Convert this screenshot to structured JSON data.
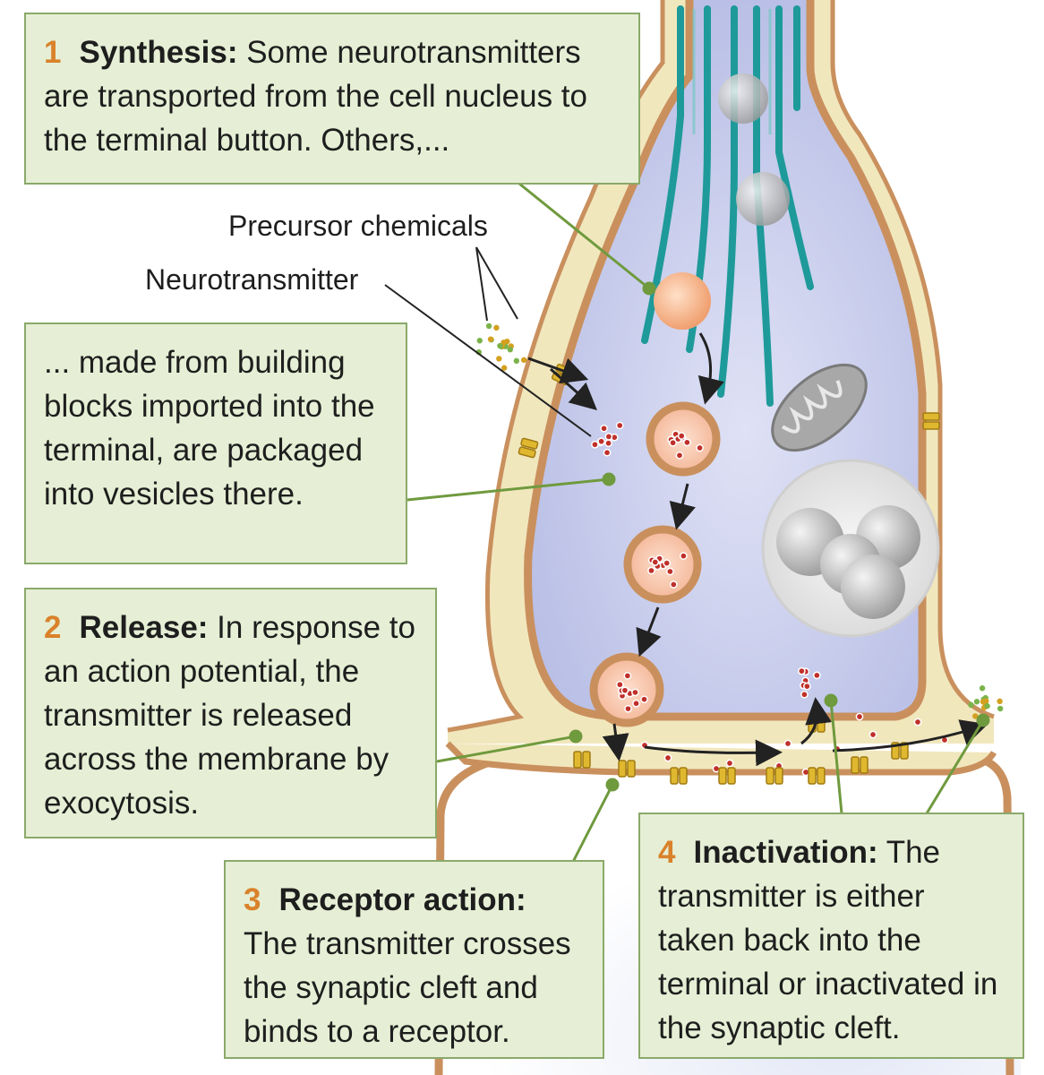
{
  "labels": {
    "precursor": "Precursor chemicals",
    "neurotransmitter": "Neurotransmitter"
  },
  "step1": {
    "number": "1",
    "title": "Synthesis:",
    "text": " Some neurotransmitters are transported from the cell nucleus to the terminal button. Others,..."
  },
  "step1b": {
    "text": "... made from building blocks imported into the terminal, are packaged into vesicles there."
  },
  "step2": {
    "number": "2",
    "title": "Release:",
    "text": " In response to an action potential, the transmitter is released across the membrane by exocytosis."
  },
  "step3": {
    "number": "3",
    "title": "Receptor action:",
    "text": " The transmitter crosses the synaptic cleft and binds to a receptor."
  },
  "step4": {
    "number": "4",
    "title": "Inactivation:",
    "text": " The transmitter is either taken back into the terminal or inactivated in the synaptic cleft."
  },
  "colors": {
    "box_fill": "#e6efd5",
    "box_border": "#8aa96a",
    "step_number": "#d9822b",
    "membrane": "#c9905e",
    "membrane_fill": "#f1e7bd",
    "cytoplasm": "#c6ccec",
    "microtubule": "#1e9a9a",
    "transmitter_dot": "#c0302a",
    "precursor_dot": "#d4a020",
    "receptor": "#e0b830"
  }
}
